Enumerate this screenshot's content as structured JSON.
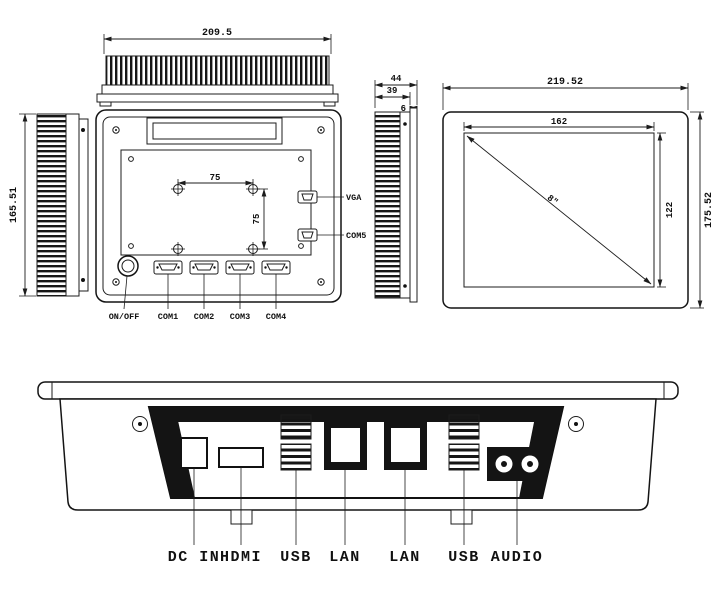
{
  "dims": {
    "top_width": "209.5",
    "left_height": "165.51",
    "depth_total": "44",
    "depth_body": "39",
    "depth_bezel": "6",
    "front_width": "219.52",
    "front_height": "175.52",
    "screen_width": "162",
    "screen_height": "122",
    "screen_diagonal": "8\""
  },
  "rear": {
    "vesa_horizontal": "75",
    "vesa_vertical": "75",
    "vga": "VGA",
    "com5": "COM5",
    "onoff": "ON/OFF",
    "com1": "COM1",
    "com2": "COM2",
    "com3": "COM3",
    "com4": "COM4"
  },
  "bottom_ports": [
    "DC IN",
    "HDMI",
    "USB",
    "LAN",
    "LAN",
    "USB",
    "AUDIO"
  ]
}
